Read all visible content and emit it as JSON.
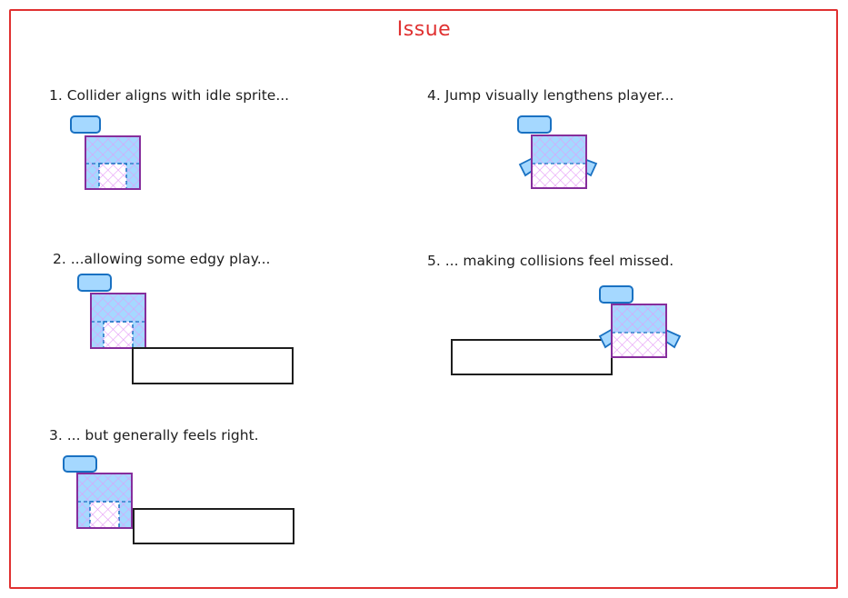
{
  "title": "Issue",
  "colors": {
    "frame": "#e03131",
    "collider": "#862e9c",
    "sprite_fill": "#a5d8ff",
    "sprite_stroke": "#1971c2",
    "hatch": "#e599f7",
    "platform": "#1e1e1e"
  },
  "steps": [
    {
      "label": "1. Collider aligns with idle sprite..."
    },
    {
      "label": "2. ...allowing some edgy play..."
    },
    {
      "label": "3. ... but generally feels right."
    },
    {
      "label": "4. Jump visually lengthens player..."
    },
    {
      "label": "5. ... making collisions feel missed."
    }
  ]
}
